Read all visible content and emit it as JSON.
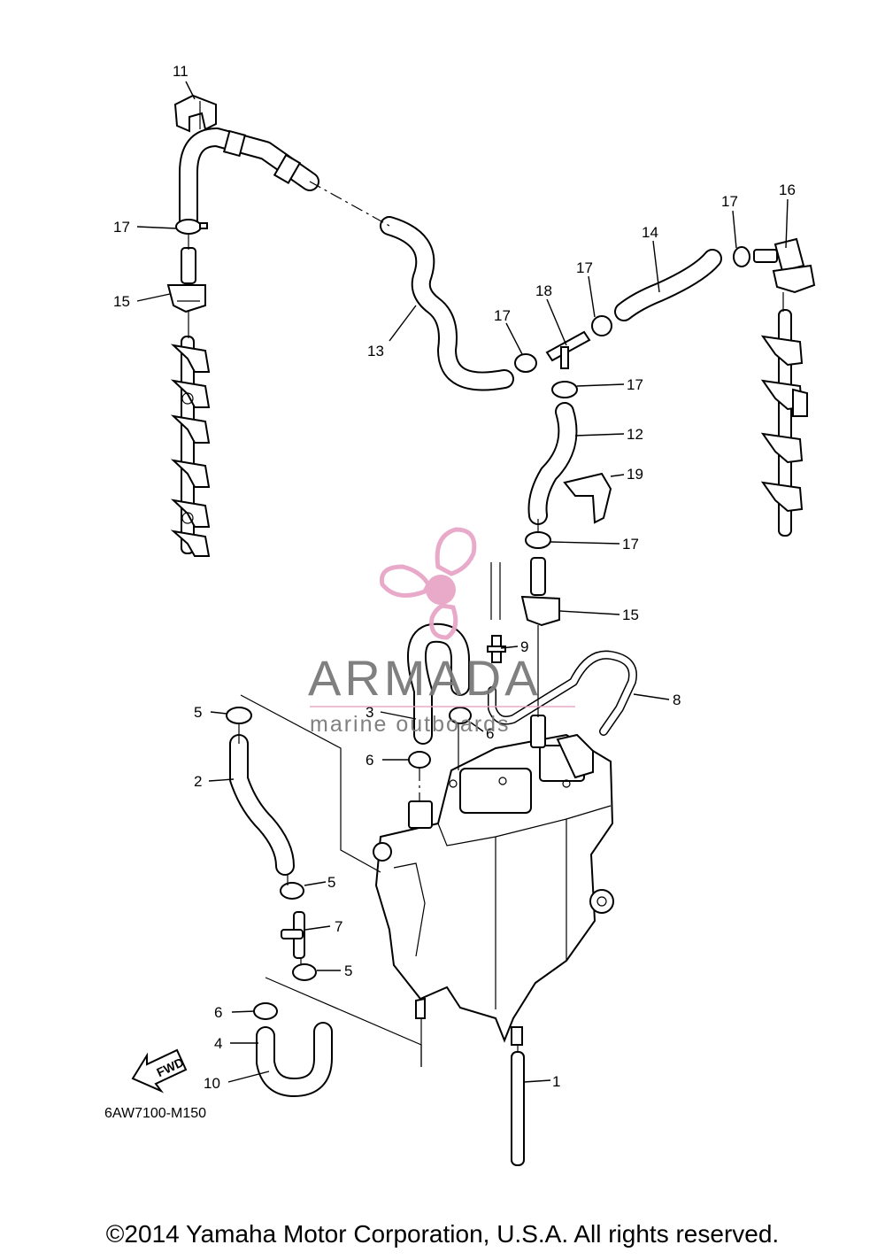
{
  "diagram": {
    "drawing_code": "6AW7100-M150",
    "fwd_label": "FWD",
    "callouts": [
      "1",
      "2",
      "3",
      "4",
      "5",
      "6",
      "7",
      "8",
      "9",
      "10",
      "11",
      "12",
      "13",
      "14",
      "15",
      "16",
      "17",
      "18",
      "19"
    ],
    "watermark": {
      "brand": "ARMADA",
      "tagline": "marine outboards",
      "accent_color": "#e8a6c8"
    }
  },
  "footer": {
    "copyright": "©2014 Yamaha Motor Corporation, U.S.A. All rights reserved."
  }
}
